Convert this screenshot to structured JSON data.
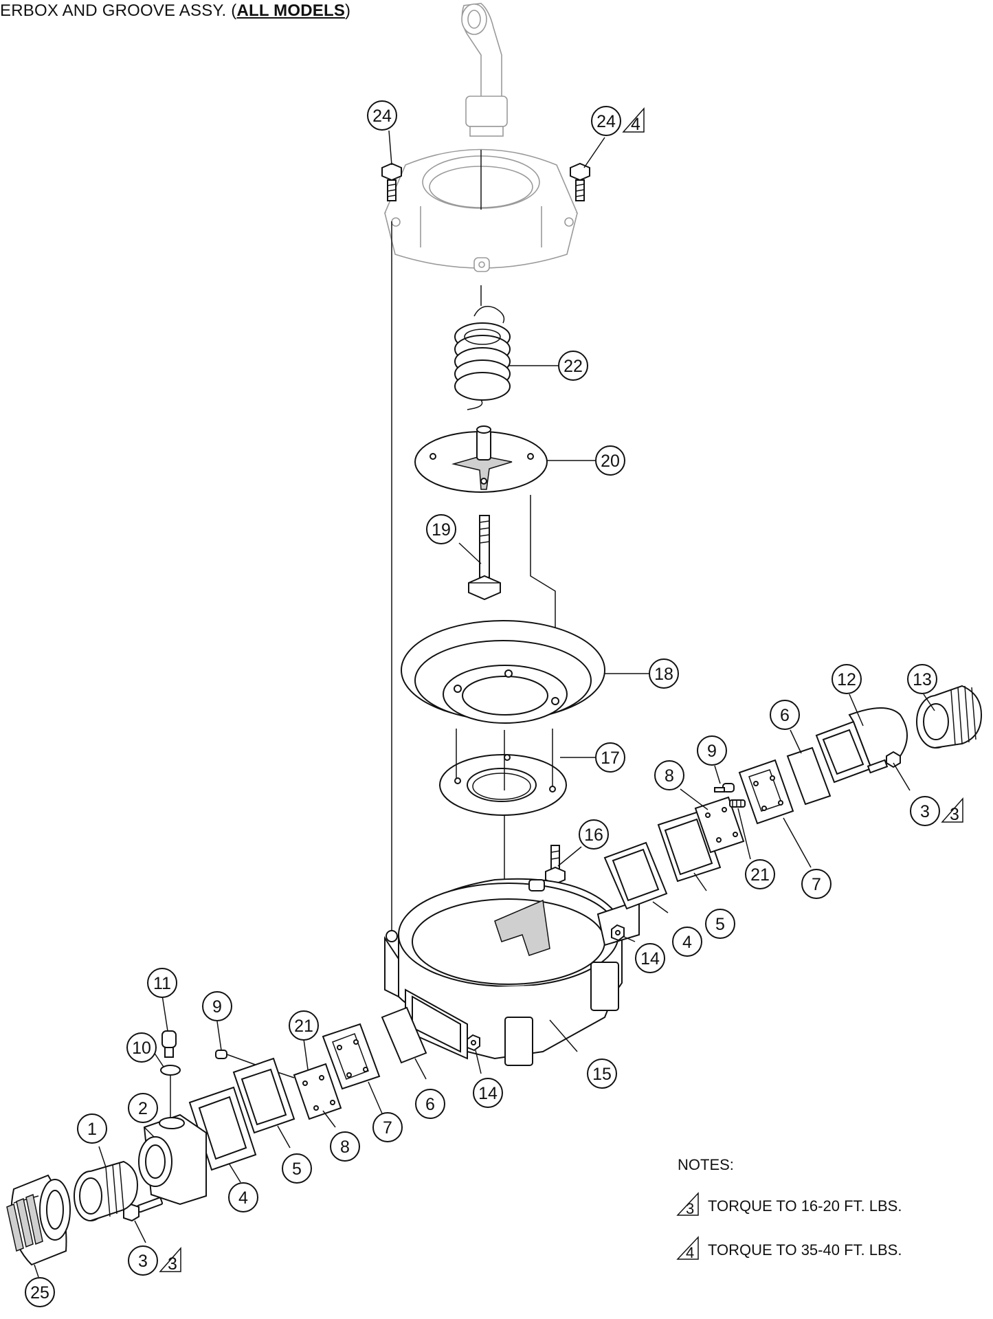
{
  "header": {
    "title_prefix": "ERBOX AND GROOVE ASSY. (",
    "title_emphasis": "ALL MODELS",
    "title_suffix": ")"
  },
  "callouts": [
    {
      "id": "c-24a",
      "label": "24"
    },
    {
      "id": "c-24b",
      "label": "24",
      "note_ref": "4"
    },
    {
      "id": "c-22",
      "label": "22"
    },
    {
      "id": "c-20",
      "label": "20"
    },
    {
      "id": "c-19",
      "label": "19"
    },
    {
      "id": "c-18",
      "label": "18"
    },
    {
      "id": "c-17",
      "label": "17"
    },
    {
      "id": "c-16",
      "label": "16"
    },
    {
      "id": "c-13",
      "label": "13"
    },
    {
      "id": "c-12",
      "label": "12"
    },
    {
      "id": "c-6a",
      "label": "6"
    },
    {
      "id": "c-9a",
      "label": "9"
    },
    {
      "id": "c-8a",
      "label": "8"
    },
    {
      "id": "c-3a",
      "label": "3",
      "note_ref": "3"
    },
    {
      "id": "c-21a",
      "label": "21"
    },
    {
      "id": "c-7a",
      "label": "7"
    },
    {
      "id": "c-5a",
      "label": "5"
    },
    {
      "id": "c-4a",
      "label": "4"
    },
    {
      "id": "c-14a",
      "label": "14"
    },
    {
      "id": "c-15",
      "label": "15"
    },
    {
      "id": "c-14b",
      "label": "14"
    },
    {
      "id": "c-11",
      "label": "11"
    },
    {
      "id": "c-9b",
      "label": "9"
    },
    {
      "id": "c-10",
      "label": "10"
    },
    {
      "id": "c-21b",
      "label": "21"
    },
    {
      "id": "c-2",
      "label": "2"
    },
    {
      "id": "c-1",
      "label": "1"
    },
    {
      "id": "c-6b",
      "label": "6"
    },
    {
      "id": "c-7b",
      "label": "7"
    },
    {
      "id": "c-8b",
      "label": "8"
    },
    {
      "id": "c-5b",
      "label": "5"
    },
    {
      "id": "c-4b",
      "label": "4"
    },
    {
      "id": "c-3b",
      "label": "3",
      "note_ref": "3"
    },
    {
      "id": "c-25",
      "label": "25"
    }
  ],
  "notes": {
    "heading": "NOTES:",
    "items": [
      {
        "ref": "3",
        "text": "TORQUE TO 16-20 FT. LBS."
      },
      {
        "ref": "4",
        "text": "TORQUE TO 35-40 FT. LBS."
      }
    ]
  }
}
